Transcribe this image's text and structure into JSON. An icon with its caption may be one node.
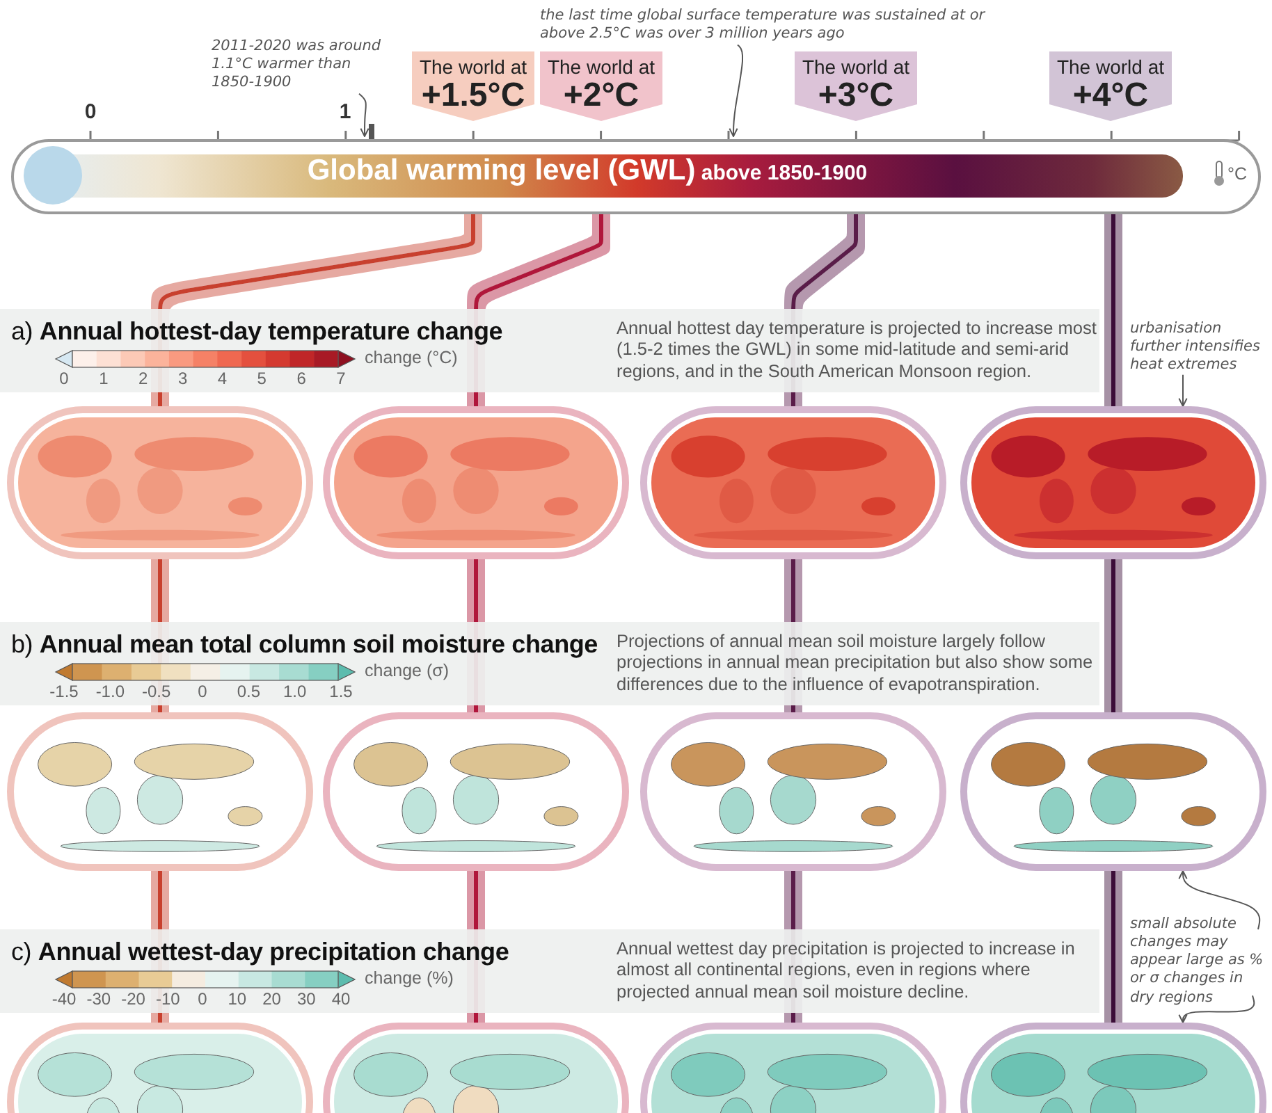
{
  "diagram": {
    "nodes": [
      {
        "text": [
          "2011-2020 was around 1.1°C warmer than 1850-1900"
        ]
      },
      {
        "text": [
          "the last time global surface temperature was sustained at or above 2.5°C was over 3 million years ago"
        ]
      },
      {
        "text": [
          "The world at",
          "+1.5°C"
        ]
      },
      {
        "text": [
          "The world at",
          "+2°C"
        ]
      },
      {
        "text": [
          "The world at",
          "+3°C"
        ]
      },
      {
        "text": [
          "The world at",
          "+4°C"
        ]
      },
      {
        "text": [
          "**Global warming level (GWL)** above 1850-1900"
        ]
      },
      {
        "text": [
          "urbanisation further intensifies heat extremes"
        ]
      },
      {
        "text": [],
        "shape": "picture"
      },
      {
        "text": [],
        "shape": "picture"
      },
      {
        "text": [],
        "shape": "picture"
      },
      {
        "text": [],
        "shape": "picture"
      },
      {
        "text": [],
        "shape": "picture"
      },
      {
        "text": [],
        "shape": "picture"
      },
      {
        "text": [],
        "shape": "picture"
      },
      {
        "text": [],
        "shape": "picture"
      },
      {
        "text": [
          "small absolute changes may appear large as % or σ changes in dry regions"
        ]
      },
      {
        "text": [],
        "shape": "picture"
      },
      {
        "text": [],
        "shape": "picture"
      },
      {
        "text": [],
        "shape": "picture"
      },
      {
        "text": [],
        "shape": "picture"
      }
    ],
    "edges": [
      {
        "from": 0,
        "to": 6,
        "arrow": "to"
      },
      {
        "from": 1,
        "to": 6,
        "arrow": "to"
      },
      {
        "from": 6,
        "to": 8,
        "arrow": "none",
        "color": "#c8402e"
      },
      {
        "from": 6,
        "to": 9,
        "arrow": "none",
        "color": "#b0183a"
      },
      {
        "from": 6,
        "to": 10,
        "arrow": "none",
        "color": "#5a1a4a"
      },
      {
        "from": 6,
        "to": 11,
        "arrow": "none",
        "color": "#3a0a38"
      },
      {
        "from": 7,
        "to": 11,
        "arrow": "to"
      },
      {
        "from": 8,
        "to": 12,
        "arrow": "none",
        "color": "#c8402e"
      },
      {
        "from": 9,
        "to": 13,
        "arrow": "none",
        "color": "#b0183a"
      },
      {
        "from": 10,
        "to": 14,
        "arrow": "none",
        "color": "#5a1a4a"
      },
      {
        "from": 11,
        "to": 15,
        "arrow": "none",
        "color": "#3a0a38"
      },
      {
        "from": 12,
        "to": 17,
        "arrow": "none",
        "color": "#c8402e"
      },
      {
        "from": 13,
        "to": 18,
        "arrow": "none",
        "color": "#b0183a"
      },
      {
        "from": 14,
        "to": 19,
        "arrow": "none",
        "color": "#5a1a4a"
      },
      {
        "from": 15,
        "to": 20,
        "arrow": "none",
        "color": "#3a0a38"
      },
      {
        "from": 16,
        "to": 15,
        "arrow": "to"
      },
      {
        "from": 16,
        "to": 20,
        "arrow": "to"
      }
    ],
    "labels": [
      "0",
      "1",
      "°C",
      "a) **Annual hottest-day temperature change**",
      "Annual hottest day temperature is projected to increase most (1.5-2 times the GWL) in some mid-latitude and semi-arid regions, and in the South American Monsoon region.",
      "change (°C)",
      "0",
      "1",
      "2",
      "3",
      "4",
      "5",
      "6",
      "7",
      "b) **Annual mean total column soil moisture change**",
      "Projections of annual mean soil moisture largely follow projections in annual mean precipitation but also show some differences due to the influence of evapotranspiration.",
      "change (σ)",
      "-1.5",
      "-1.0",
      "-0.5",
      "0",
      "0.5",
      "1.0",
      "1.5",
      "c) **Annual wettest-day precipitation change**",
      "Annual wettest day precipitation is projected to increase in almost all continental regions, even in regions where projected annual mean soil moisture decline.",
      "change (%)",
      "-40",
      "-30",
      "-20",
      "-10",
      "0",
      "10",
      "20",
      "30",
      "40"
    ]
  }
}
